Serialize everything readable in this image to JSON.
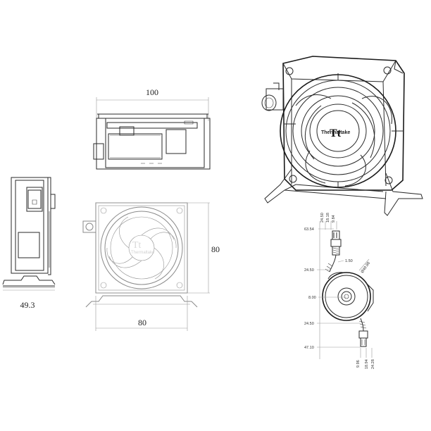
{
  "dimensions": {
    "top_width": "100",
    "side_depth": "49.3",
    "front_width": "80",
    "front_height": "80"
  },
  "cable_drawing": {
    "labels": {
      "l_6354": "63.54",
      "l_2450_a": "24.50",
      "l_1818": "18.18",
      "l_984": "9.84",
      "l_150": "1.50",
      "l_r4988": "Ø49.88",
      "l_2450_b": "24.50",
      "l_800": "8.00",
      "l_2450_c": "24.50",
      "l_4710": "47.10",
      "l_996": "9.96",
      "l_1894": "18.94",
      "l_2428": "24.28"
    }
  },
  "brand": {
    "logo_mark": "Tt",
    "name": "Thermaltake"
  }
}
